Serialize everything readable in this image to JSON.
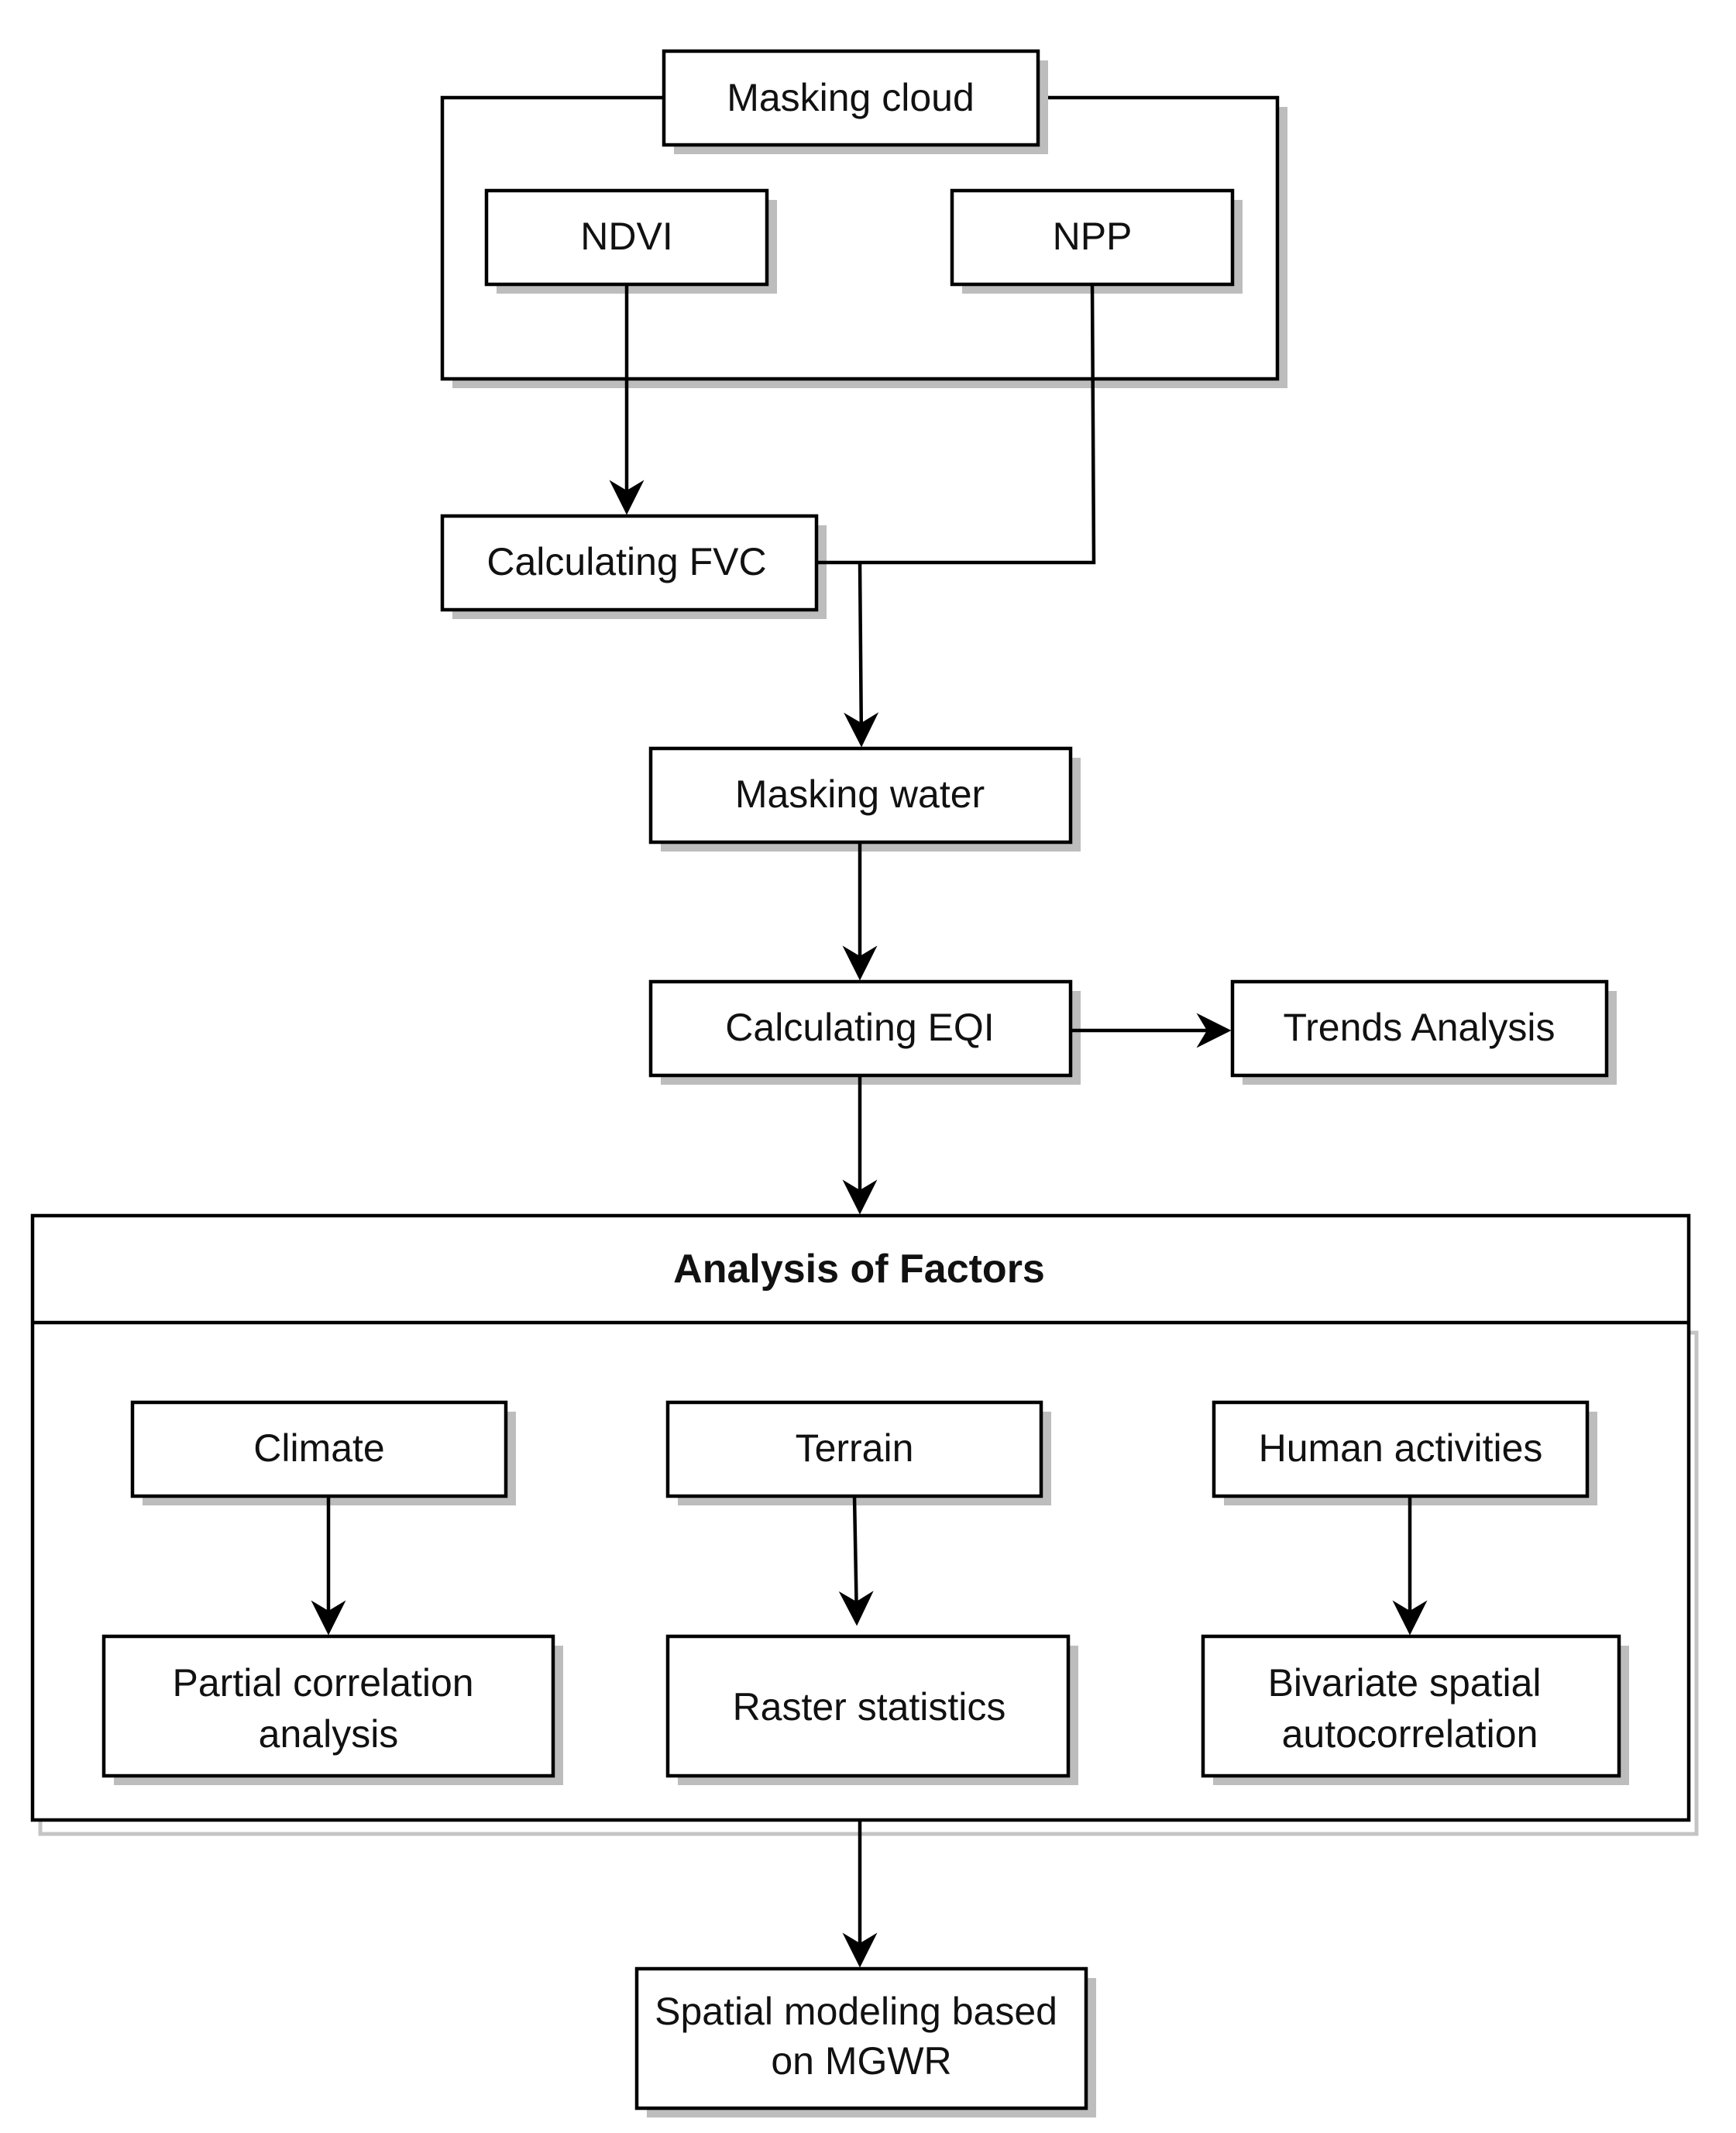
{
  "nodes": {
    "masking_cloud": "Masking cloud",
    "ndvi": "NDVI",
    "npp": "NPP",
    "calculating_fvc": "Calculating FVC",
    "masking_water": "Masking water",
    "calculating_eqi": "Calculating EQI",
    "trends_analysis": "Trends Analysis",
    "analysis_of_factors": "Analysis of Factors",
    "climate": "Climate",
    "terrain": "Terrain",
    "human_activities": "Human activities",
    "partial_correlation": [
      "Partial correlation",
      "analysis"
    ],
    "raster_statistics": "Raster statistics",
    "bivariate_spatial": [
      "Bivariate spatial",
      "autocorrelation"
    ],
    "spatial_modeling": [
      "Spatial modeling based",
      "on MGWR"
    ]
  },
  "edges": [
    {
      "from": "ndvi",
      "to": "calculating_fvc"
    },
    {
      "from": "npp",
      "to": "masking_water"
    },
    {
      "from": "calculating_fvc",
      "to": "masking_water"
    },
    {
      "from": "masking_water",
      "to": "calculating_eqi"
    },
    {
      "from": "calculating_eqi",
      "to": "trends_analysis"
    },
    {
      "from": "calculating_eqi",
      "to": "analysis_of_factors"
    },
    {
      "from": "climate",
      "to": "partial_correlation"
    },
    {
      "from": "terrain",
      "to": "raster_statistics"
    },
    {
      "from": "human_activities",
      "to": "bivariate_spatial"
    },
    {
      "from": "analysis_of_factors",
      "to": "spatial_modeling"
    }
  ]
}
